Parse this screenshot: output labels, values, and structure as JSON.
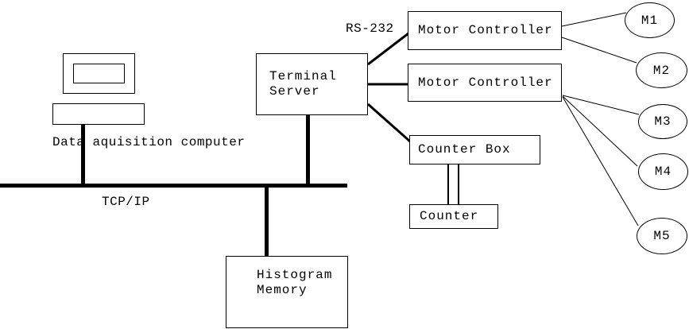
{
  "colors": {
    "line": "#000000",
    "background": "#ffffff"
  },
  "labels": {
    "computer": "Data aquisition computer",
    "bus": "TCP/IP",
    "serial": "RS-232"
  },
  "nodes": {
    "terminal_server": "Terminal\nServer",
    "motor_controller_1": "Motor Controller",
    "motor_controller_2": "Motor Controller",
    "counter_box": "Counter Box",
    "counter": "Counter",
    "histogram_memory": "Histogram\nMemory"
  },
  "motors": [
    "M1",
    "M2",
    "M3",
    "M4",
    "M5"
  ]
}
